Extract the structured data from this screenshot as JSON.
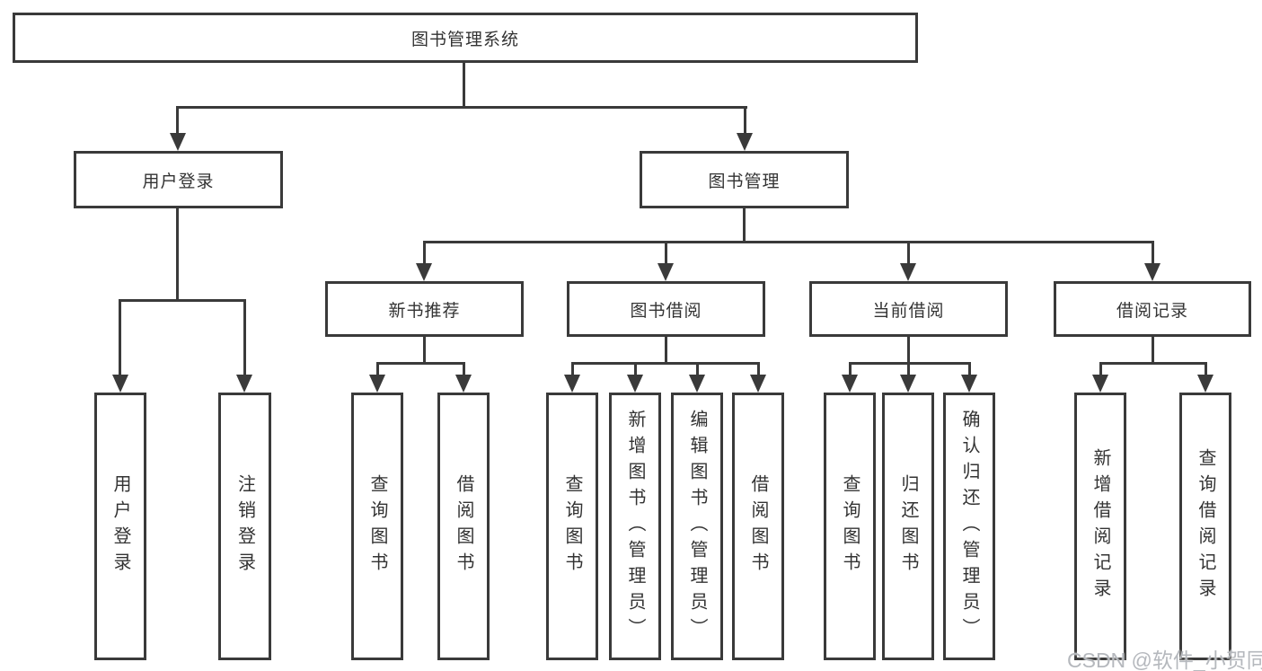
{
  "diagram": {
    "title": "图书管理系统",
    "login": {
      "label": "用户登录",
      "children": [
        "用户登录",
        "注销登录"
      ]
    },
    "manage": {
      "label": "图书管理",
      "groups": [
        {
          "label": "新书推荐",
          "children": [
            "查询图书",
            "借阅图书"
          ]
        },
        {
          "label": "图书借阅",
          "children": [
            "查询图书",
            "新增图书（管理员）",
            "编辑图书（管理员）",
            "借阅图书"
          ]
        },
        {
          "label": "当前借阅",
          "children": [
            "查询图书",
            "归还图书",
            "确认归还（管理员）"
          ]
        },
        {
          "label": "借阅记录",
          "children": [
            "新增借阅记录",
            "查询借阅记录"
          ]
        }
      ]
    }
  },
  "watermark": "CSDN @软件_小贺同学",
  "colors": {
    "line": "#3a3a3a",
    "text": "#333333",
    "background": "#ffffff",
    "watermark": "#b5b8bd"
  }
}
